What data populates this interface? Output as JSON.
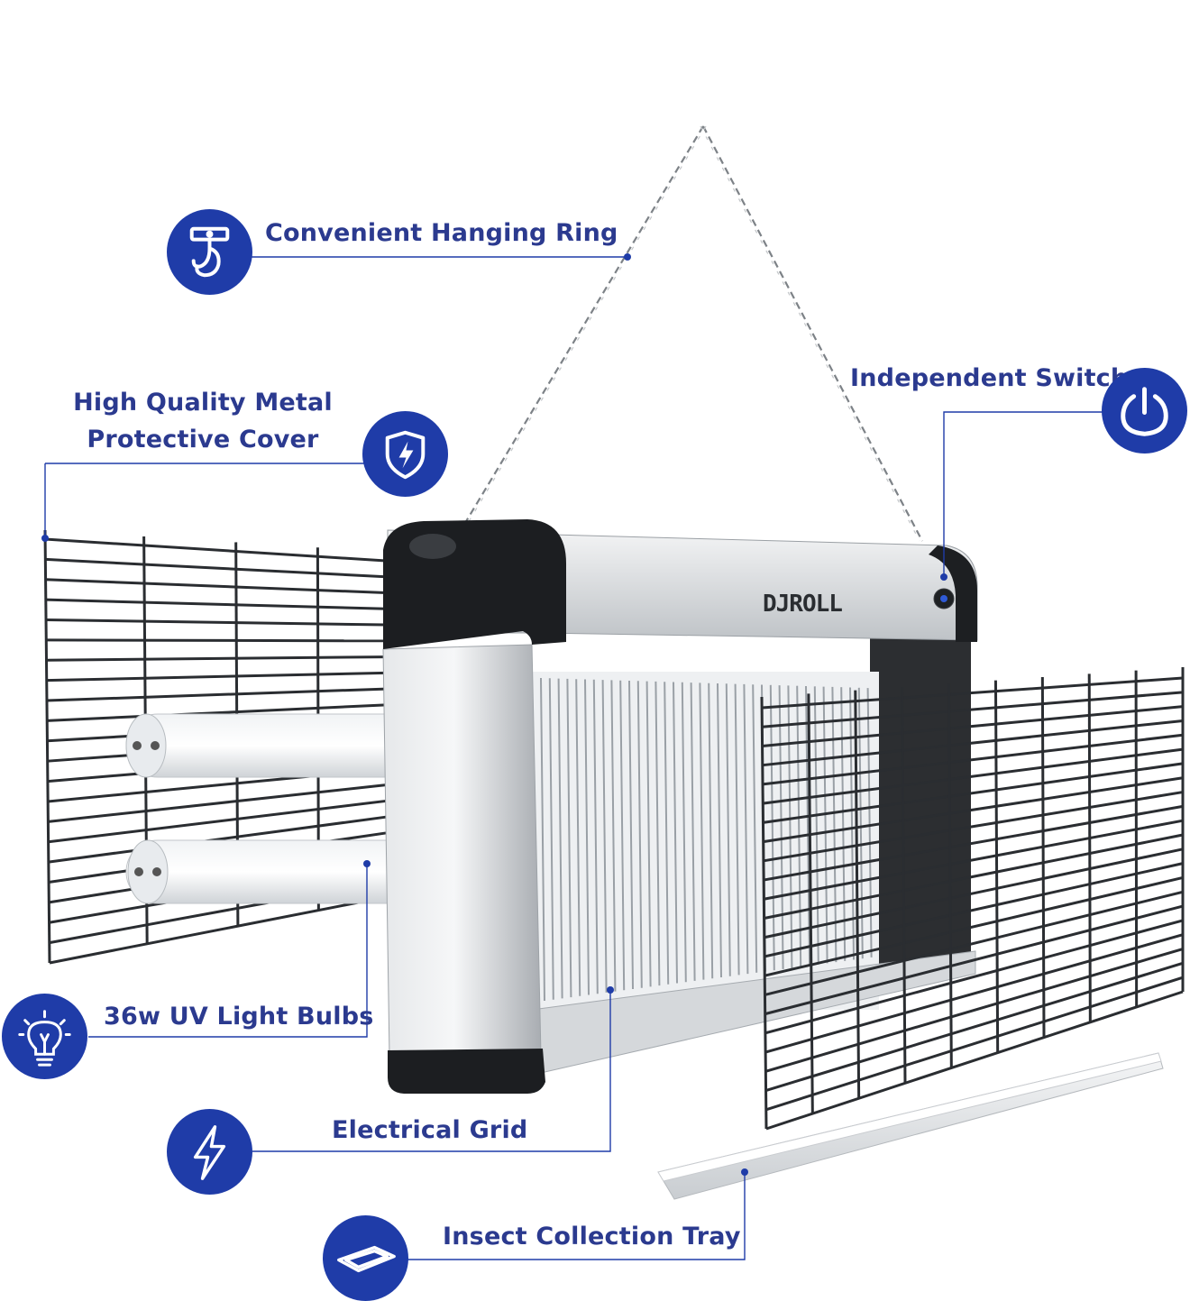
{
  "brand": {
    "name": "DJROLL"
  },
  "colors": {
    "accent": "#1f3ca8",
    "label_text": "#2b3a8f",
    "leader_line": "#1f3ca8"
  },
  "callouts": {
    "hanging_ring": {
      "label": "Convenient Hanging Ring",
      "icon": "hook-icon"
    },
    "metal_cover": {
      "line1": "High Quality Metal",
      "line2": "Protective Cover",
      "icon": "shield-bolt-icon"
    },
    "switch": {
      "label": "Independent Switch",
      "icon": "power-icon"
    },
    "uv_bulbs": {
      "label": "36w UV Light Bulbs",
      "icon": "light-bulb-icon"
    },
    "electrical_grid": {
      "label": "Electrical Grid",
      "icon": "lightning-bolt-icon"
    },
    "collection_tray": {
      "label": "Insect Collection Tray",
      "icon": "tray-icon"
    }
  }
}
